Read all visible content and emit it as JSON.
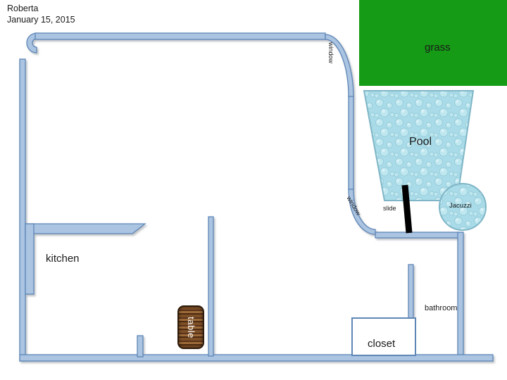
{
  "header": {
    "author": "Roberta",
    "date": "January 15, 2015"
  },
  "outdoor": {
    "grass_label": "grass",
    "pool_label": "Pool",
    "jacuzzi_label": "Jacuzzi",
    "slide_label": "slide"
  },
  "rooms": {
    "kitchen_label": "kitchen",
    "bathroom_label": "bathroom",
    "closet_label": "closet"
  },
  "furniture": {
    "table_label": "table"
  },
  "windows": {
    "top_label": "window",
    "side_label": "window"
  },
  "colors": {
    "wall_fill": "#aac4e2",
    "wall_stroke": "#5e86b6",
    "grass_green": "#169b16",
    "pool_base": "#a9dce8",
    "pool_stroke": "#7fb5c6",
    "bubble_mid": "#bfe7f0",
    "bubble_light": "#d8f1f7",
    "table_brown": "#7d4f26",
    "table_dark": "#59331a",
    "slide_black": "#000000"
  }
}
